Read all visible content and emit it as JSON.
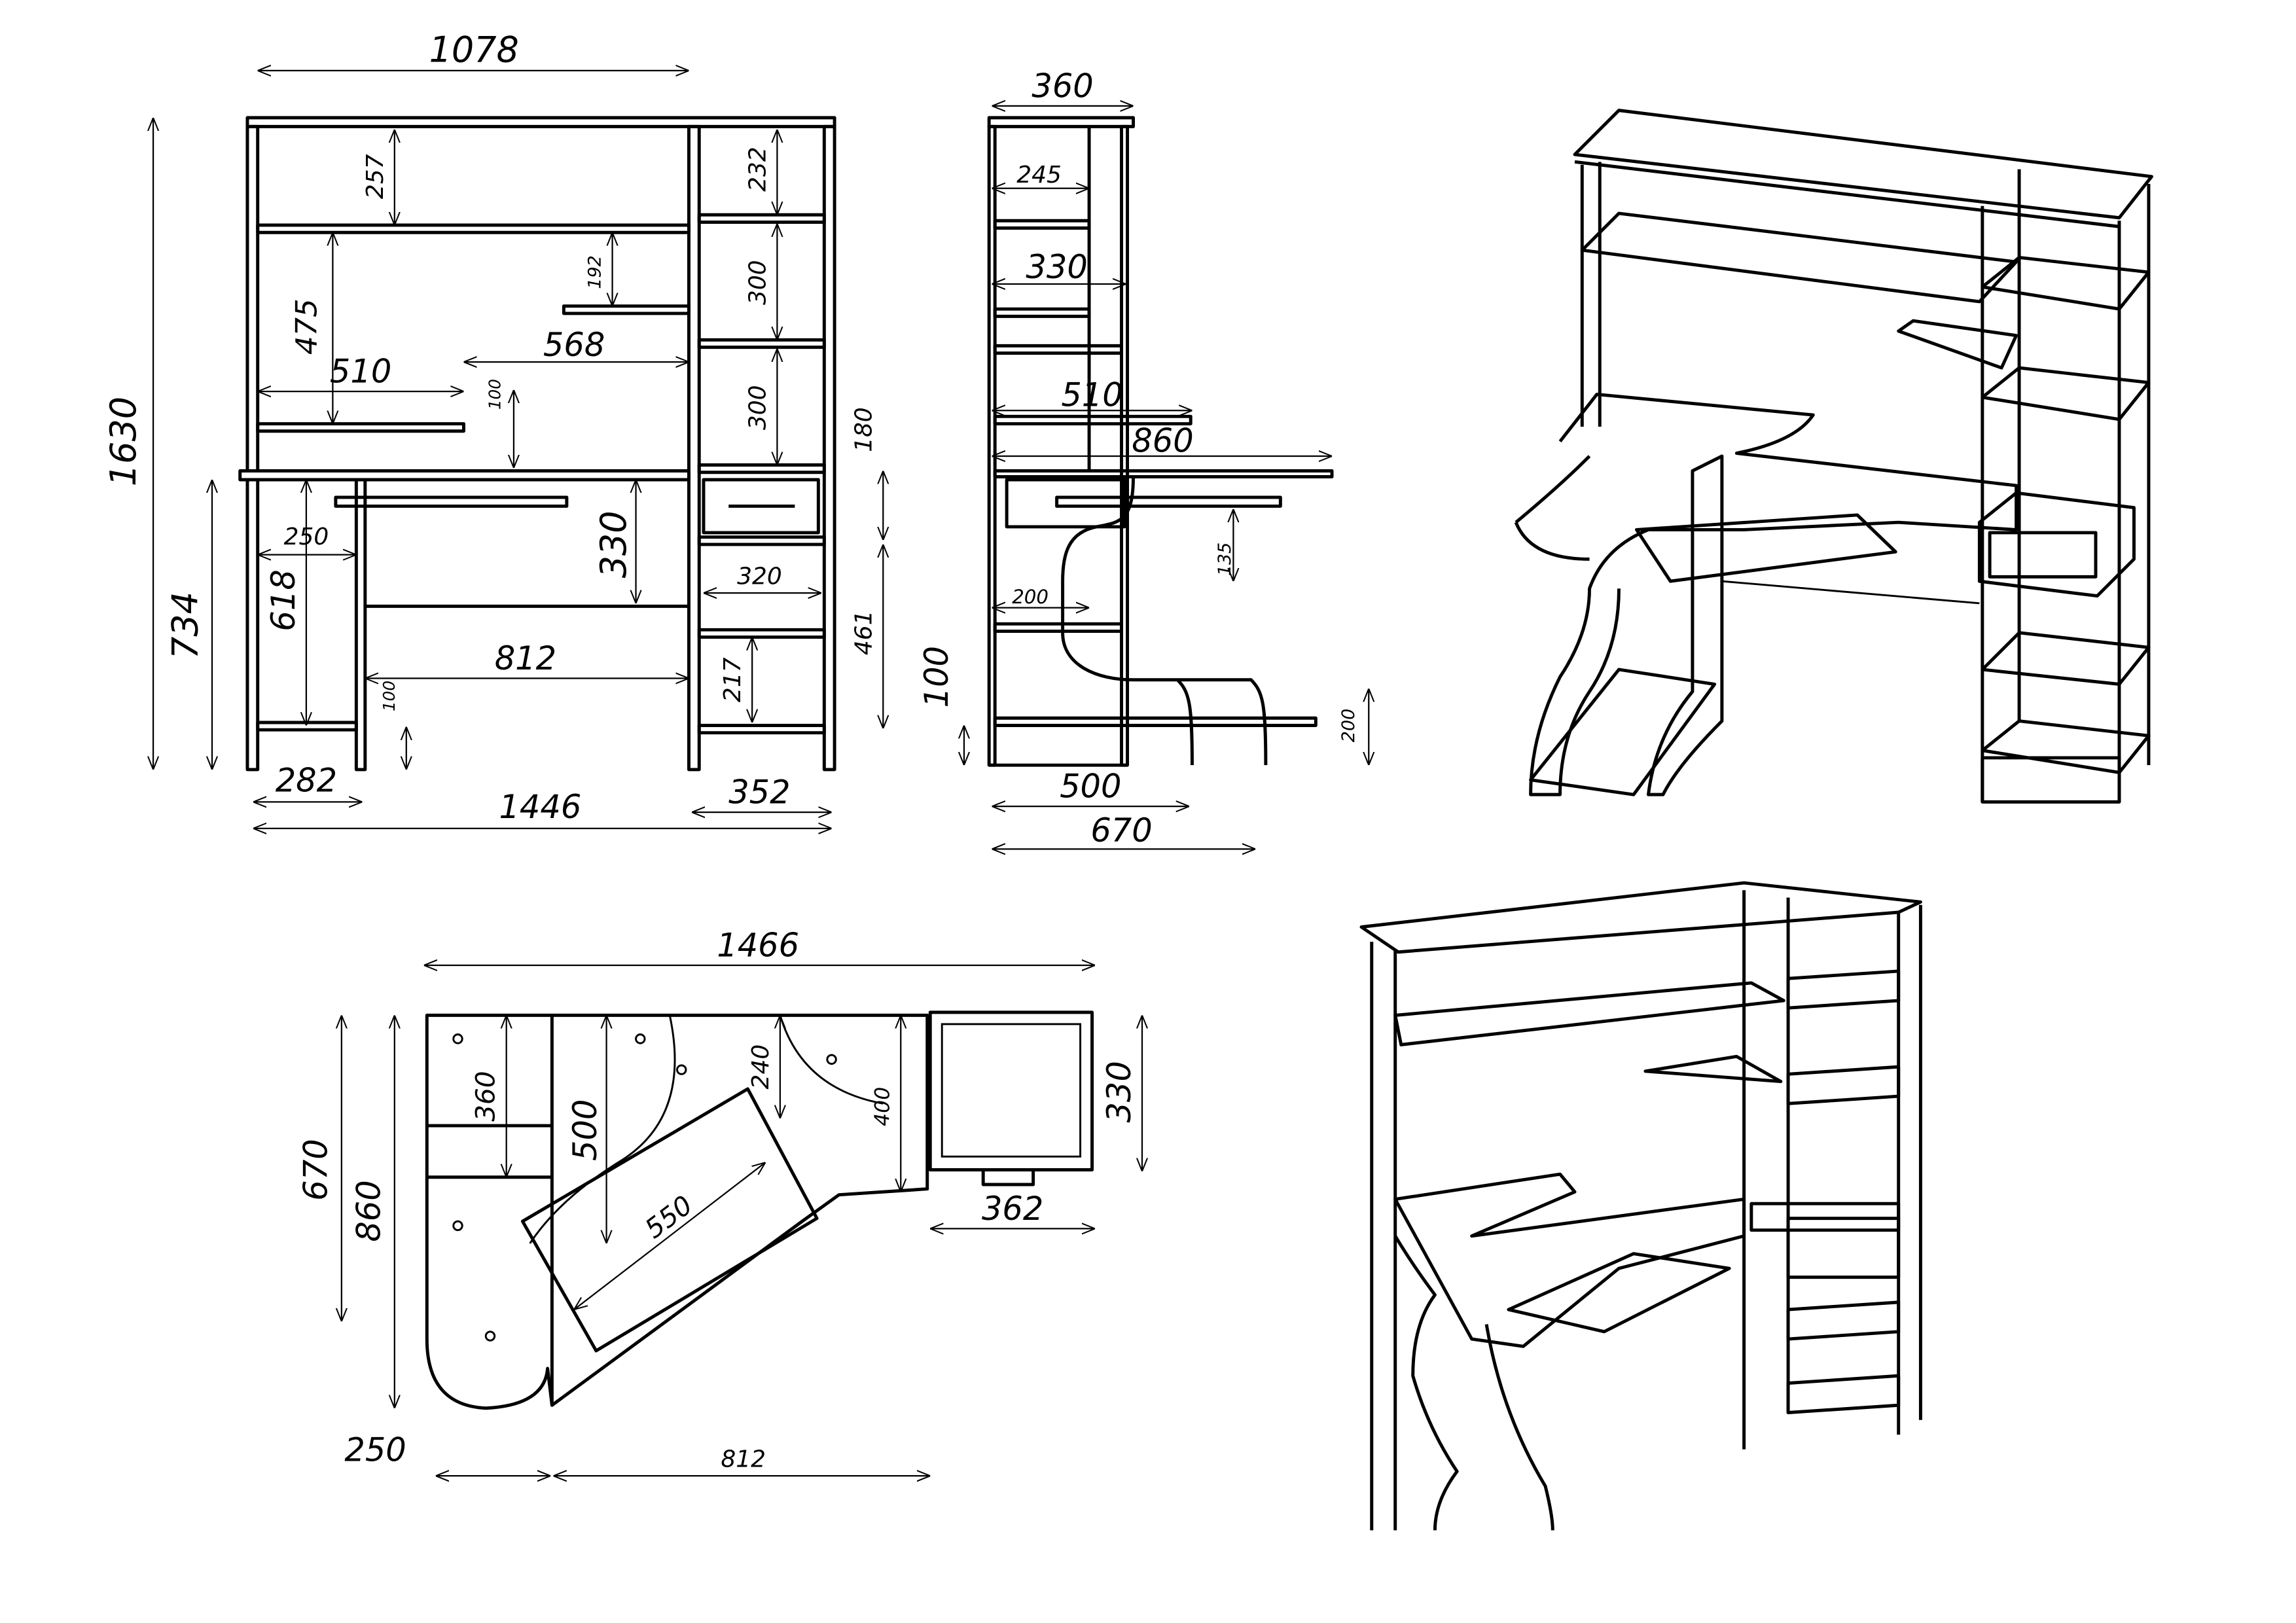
{
  "front_view": {
    "overall_width": "1078",
    "overall_height": "1630",
    "top_gap": "257",
    "column_top": "232",
    "small_shelf_gap": "192",
    "shelf_gap": "475",
    "column_shelf_1": "300",
    "upper_shelf_width": "568",
    "lower_shelf_width": "510",
    "shelf_offset": "100",
    "column_shelf_2": "300",
    "drawer_height": "180",
    "knee_height": "330",
    "leg_inner_width": "250",
    "leg_height": "618",
    "column_inner_width": "320",
    "desk_height": "734",
    "knee_width": "812",
    "column_lower": "461",
    "bottom_shelf": "217",
    "plinth": "100",
    "leg_width": "282",
    "total_width": "1446",
    "column_width": "352"
  },
  "side_view": {
    "top_depth": "360",
    "shelf_depth_a": "245",
    "shelf_depth_b": "330",
    "shelf_depth_c": "510",
    "desk_depth": "860",
    "tray_drop": "135",
    "leg_offset": "200",
    "plinth": "100",
    "foot_height": "200",
    "base_depth": "500",
    "overall_depth": "670"
  },
  "plan_view": {
    "overall_width": "1466",
    "depth_left": "670",
    "depth_total": "860",
    "corner_depth": "360",
    "tray_depth": "500",
    "radius_depth": "240",
    "front_depth": "400",
    "drawer_depth": "330",
    "tray_width": "550",
    "drawer_width": "362",
    "leg_width": "250",
    "knee_width": "812"
  }
}
